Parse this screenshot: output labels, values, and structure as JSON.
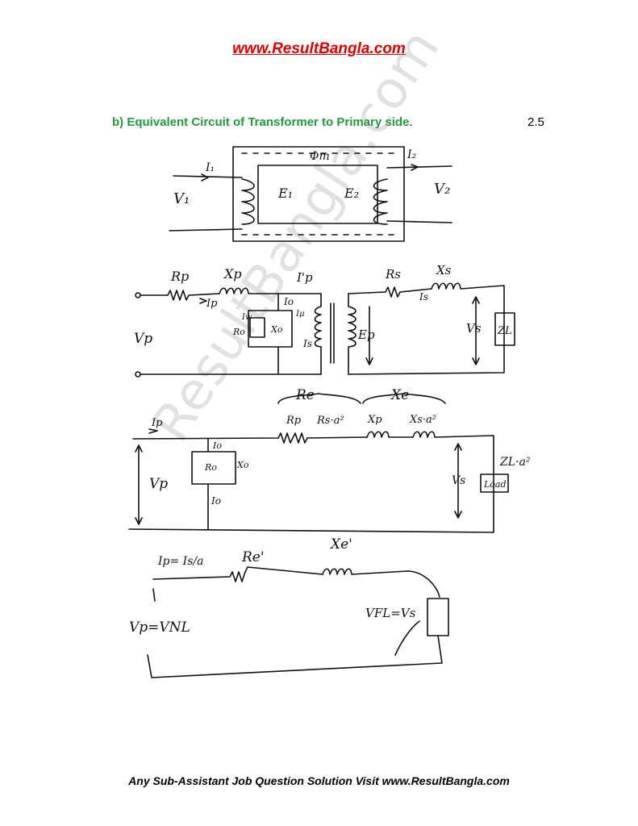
{
  "header": {
    "site_link": "www.ResultBangla.com"
  },
  "question": {
    "title": "b) Equivalent Circuit of Transformer to Primary side",
    "trailing_period": ".",
    "marks": "2.5"
  },
  "watermark": "ResultBangla.com",
  "diagram1": {
    "phi": "Φm",
    "i1": "I₁",
    "i2": "I₂",
    "v1": "V₁",
    "v2": "V₂",
    "e1": "E₁",
    "e2": "E₂"
  },
  "diagram2": {
    "rp": "Rp",
    "xp": "Xp",
    "ip_prime": "I'p",
    "ip": "Ip",
    "io": "Io",
    "iw": "Iw",
    "iu": "Iμ",
    "ro": "Ro",
    "xo": "Xo",
    "is": "Is",
    "ep": "Ep",
    "vp": "Vp",
    "rs": "Rs",
    "xs": "Xs",
    "is2": "Is",
    "vs": "Vs",
    "zl": "ZL"
  },
  "diagram3": {
    "re": "Re",
    "xe": "Xe",
    "rp": "Rp",
    "rsa": "Rs·a²",
    "xp": "Xp",
    "xsa": "Xs·a²",
    "ip": "Ip",
    "io": "Io",
    "ro": "Ro",
    "xo": "Xo",
    "io2": "Io",
    "vp": "Vp",
    "vs": "Vs",
    "zla": "ZL·a²",
    "load": "Load"
  },
  "diagram4": {
    "ip_eq": "Ip= Is/a",
    "re": "Re'",
    "xe": "Xe'",
    "vp": "Vp=VNL",
    "vfl": "VFL=Vs"
  },
  "footer": {
    "text": "Any Sub-Assistant Job Question Solution Visit www.ResultBangla.com"
  }
}
